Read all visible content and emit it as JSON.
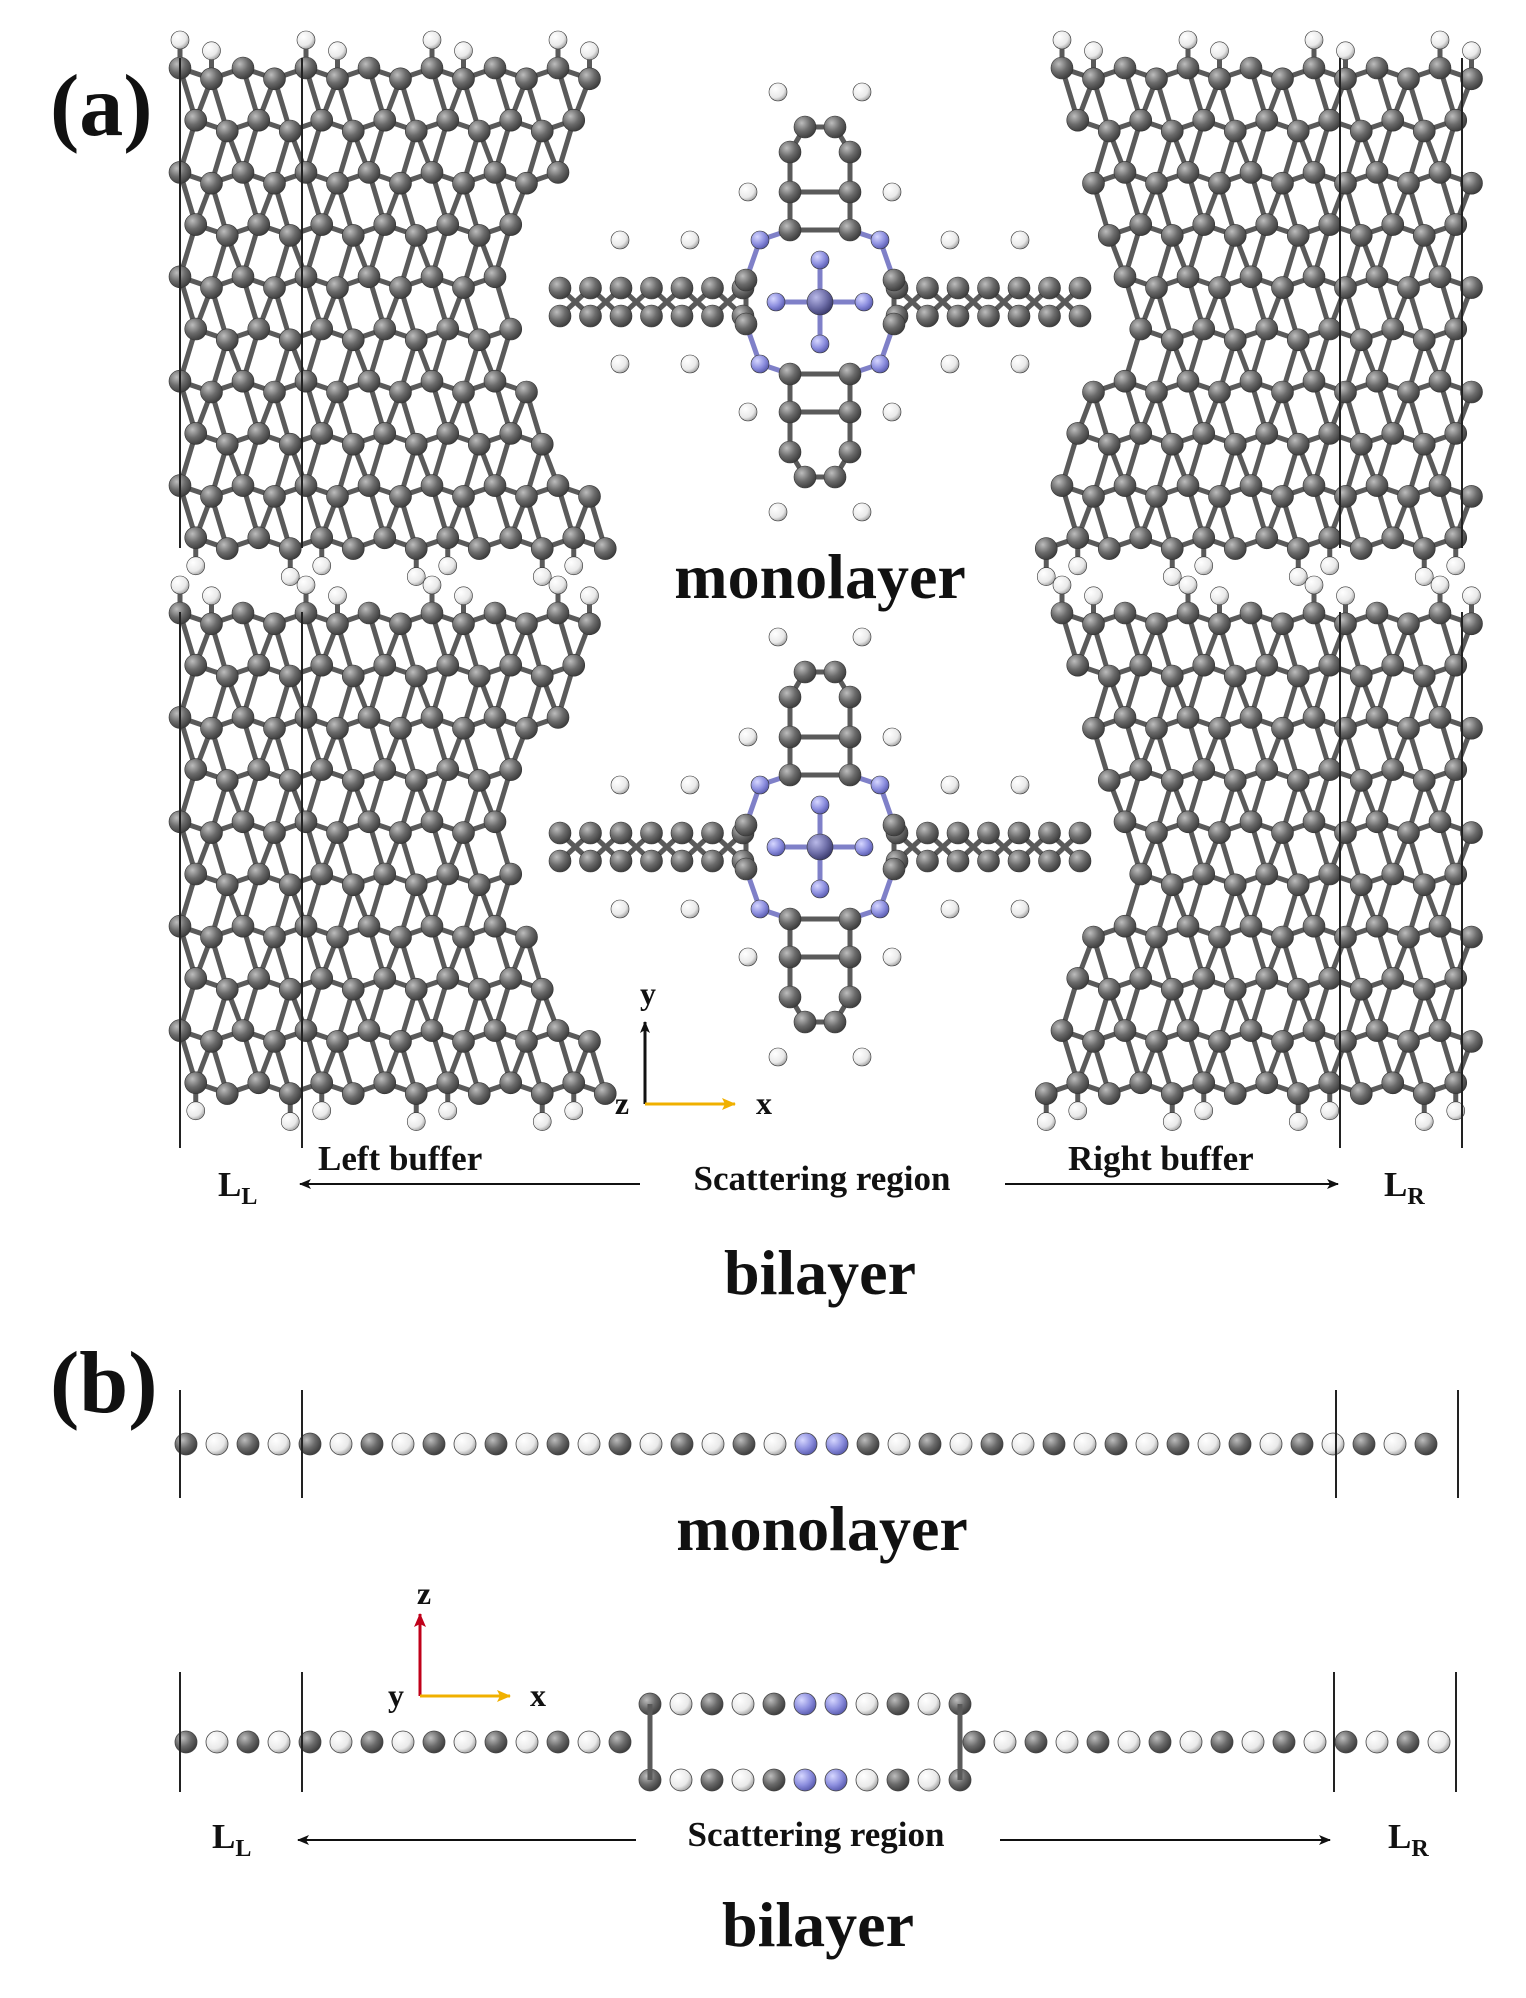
{
  "panel_a": {
    "label": "(a)",
    "top_caption": "monolayer",
    "bottom_caption": "bilayer",
    "regions": {
      "left_lead": "L",
      "left_lead_sub": "L",
      "left_buffer": "Left buffer",
      "scattering": "Scattering region",
      "right_buffer": "Right buffer",
      "right_lead": "L",
      "right_lead_sub": "R"
    },
    "axes": {
      "vertical": "y",
      "horizontal": "x",
      "origin": "z"
    }
  },
  "panel_b": {
    "label": "(b)",
    "top_caption": "monolayer",
    "bottom_caption": "bilayer",
    "regions": {
      "left_lead": "L",
      "left_lead_sub": "L",
      "scattering": "Scattering region",
      "right_lead": "L",
      "right_lead_sub": "R"
    },
    "axes": {
      "vertical": "z",
      "horizontal": "x",
      "origin": "y"
    }
  },
  "colors": {
    "carbon": "#6b6b6b",
    "hydrogen": "#eeeeee",
    "nitrogen": "#8d8fdf",
    "metal": "#6e6ea8",
    "x_axis": "#f0b000",
    "z_axis": "#c0001a",
    "y_axis": "#111111"
  }
}
